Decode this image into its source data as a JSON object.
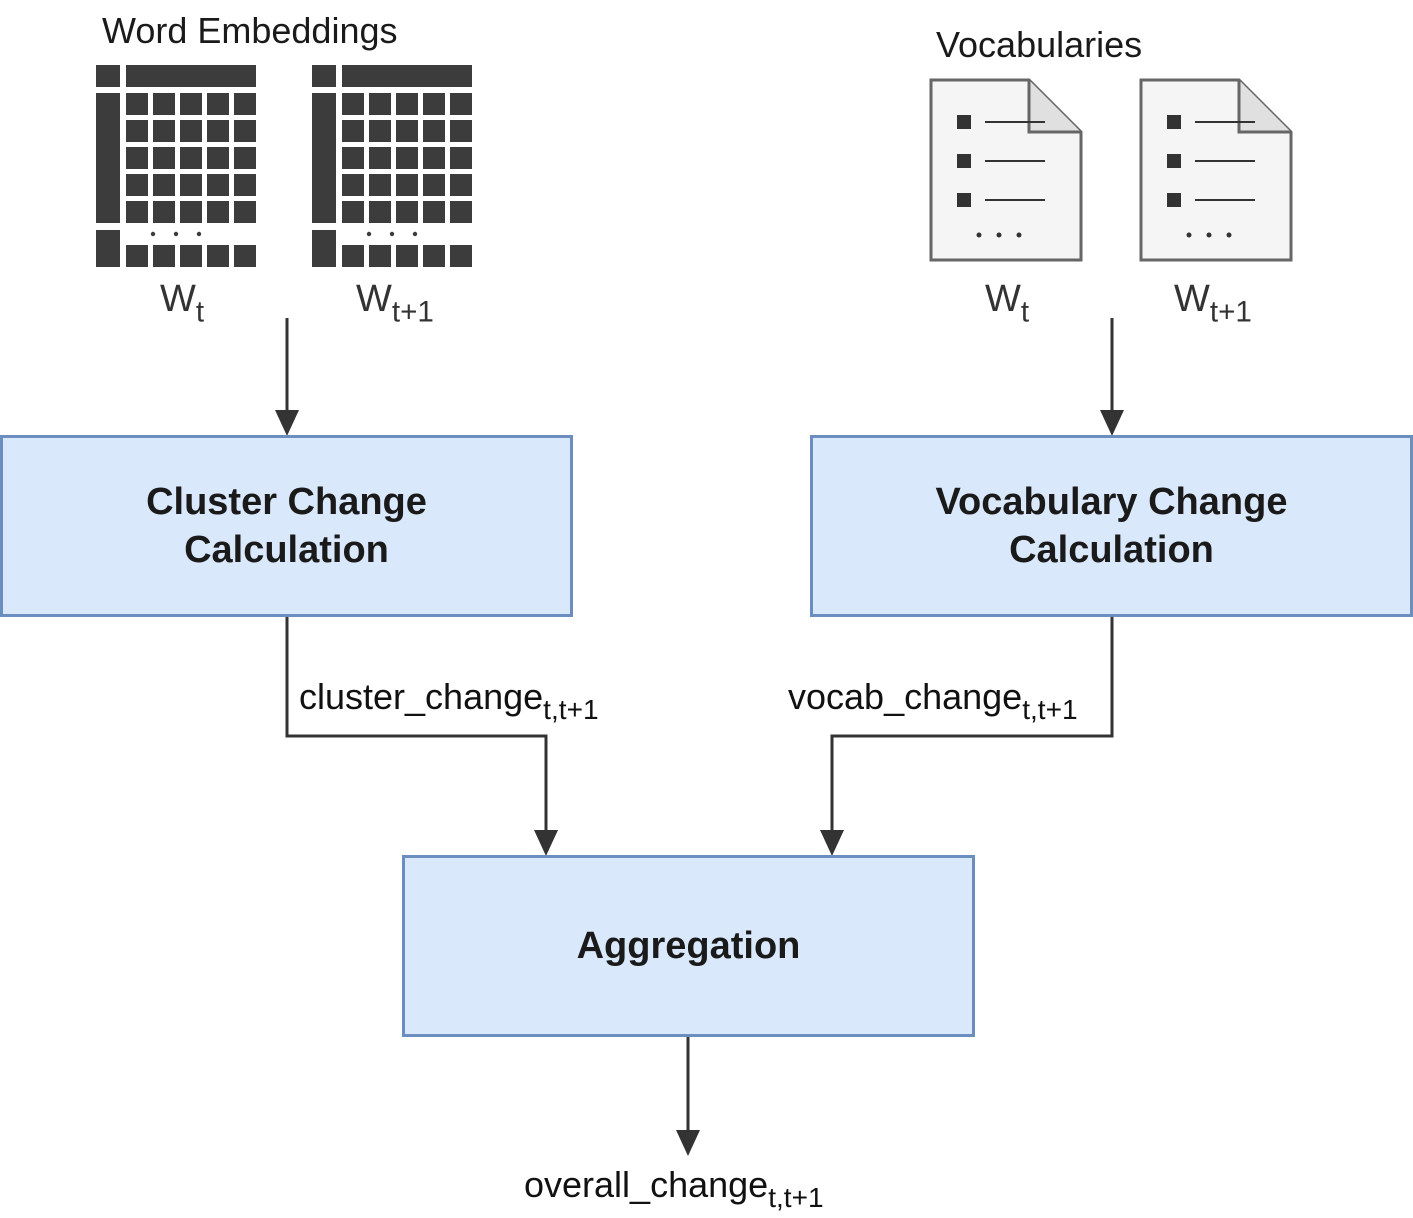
{
  "embeddings": {
    "title": "Word Embeddings",
    "items": [
      {
        "main": "W",
        "sub": "t"
      },
      {
        "main": "W",
        "sub": "t+1"
      }
    ]
  },
  "vocabularies": {
    "title": "Vocabularies",
    "items": [
      {
        "main": "W",
        "sub": "t"
      },
      {
        "main": "W",
        "sub": "t+1"
      }
    ]
  },
  "boxes": {
    "cluster": {
      "line1": "Cluster Change",
      "line2": "Calculation"
    },
    "vocab": {
      "line1": "Vocabulary Change",
      "line2": "Calculation"
    },
    "aggregation": {
      "label": "Aggregation"
    }
  },
  "flows": {
    "cluster_change": {
      "main": "cluster_change",
      "sub": "t,t+1"
    },
    "vocab_change": {
      "main": "vocab_change",
      "sub": "t,t+1"
    },
    "overall_change": {
      "main": "overall_change",
      "sub": "t,t+1"
    }
  },
  "colors": {
    "box_fill": "#dae8fc",
    "box_border": "#6c8ebf",
    "icon_dark": "#3c3c3c",
    "doc_fill": "#f5f5f5",
    "doc_border": "#666666",
    "arrow": "#333333"
  }
}
